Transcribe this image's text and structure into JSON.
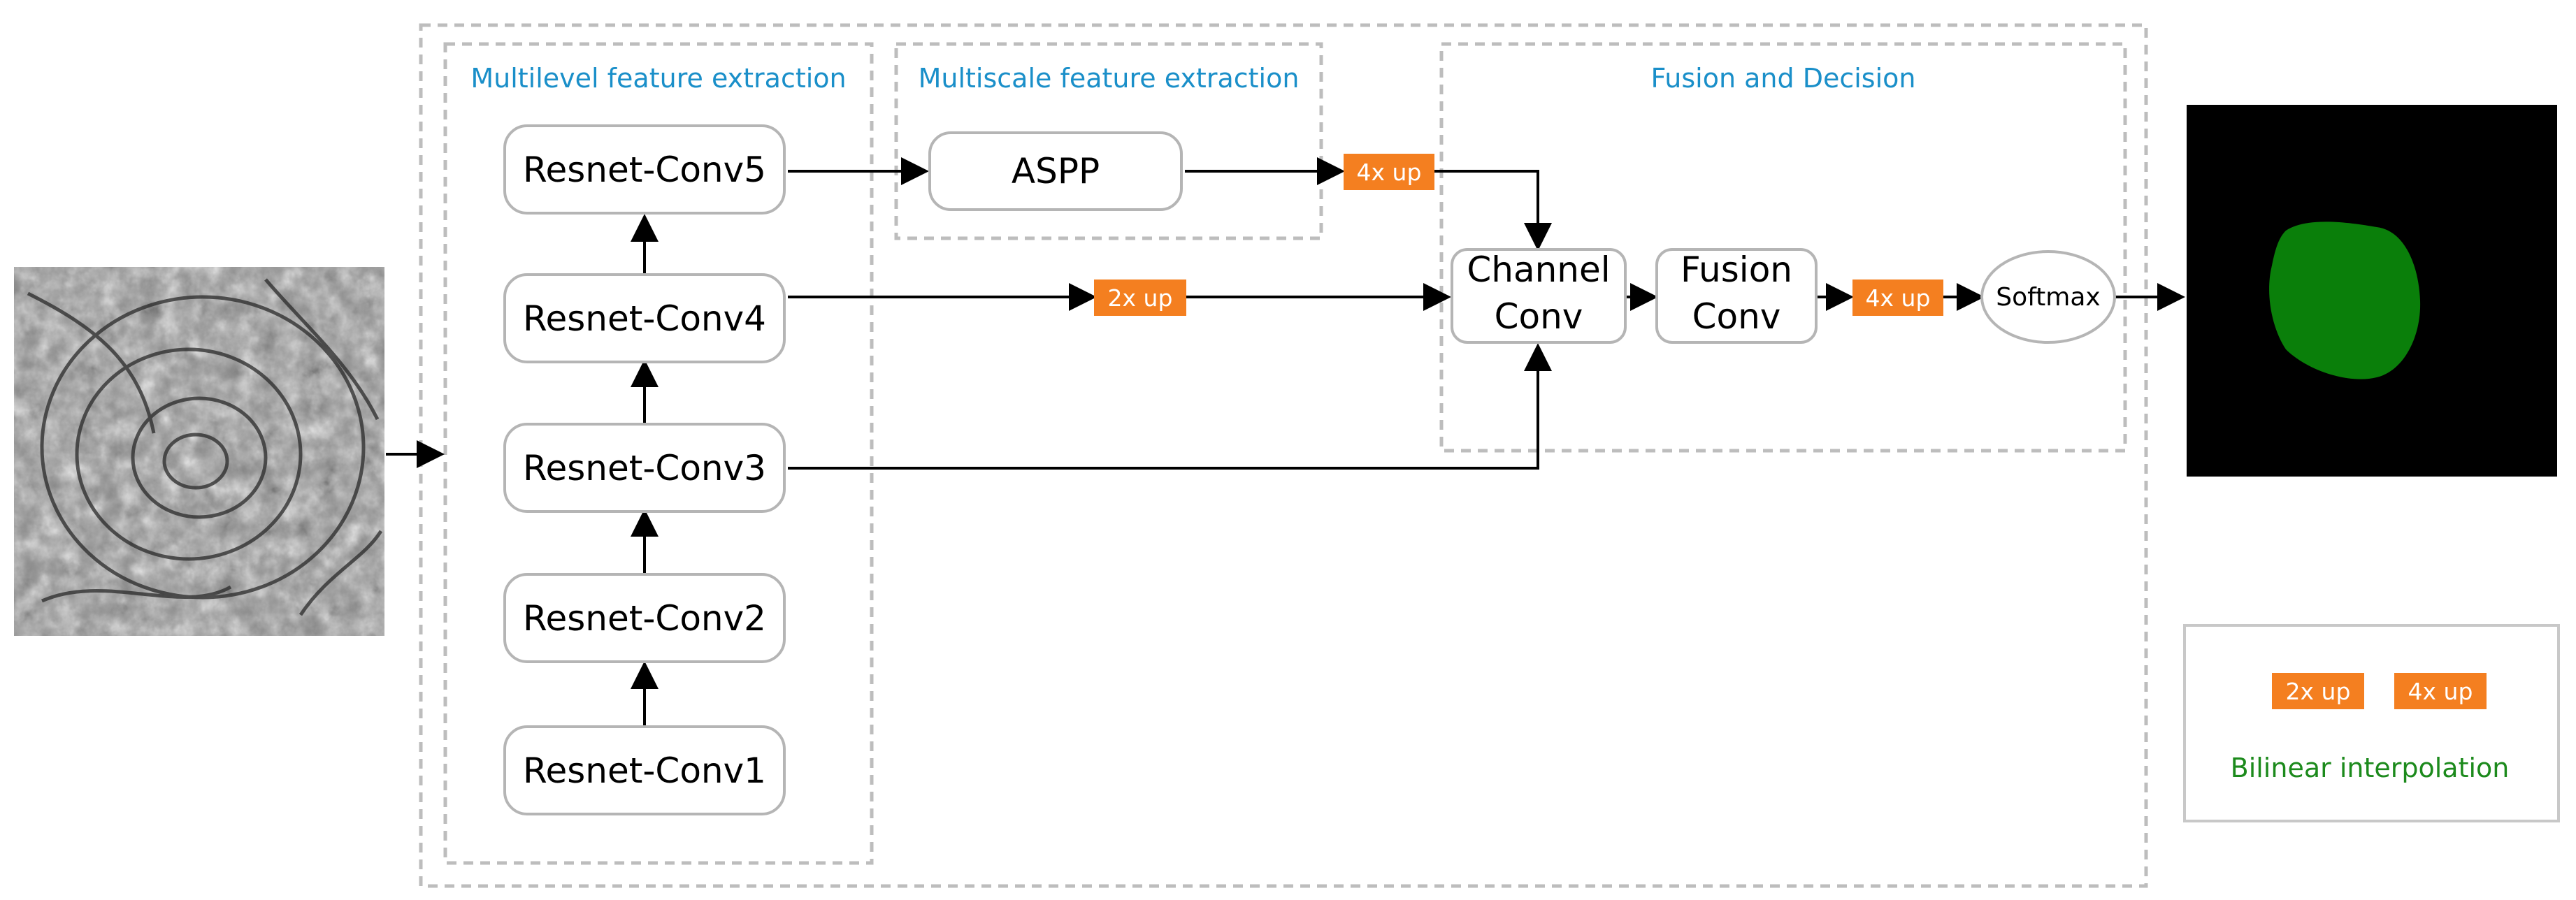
{
  "groups": {
    "multilevel": "Multilevel feature extraction",
    "multiscale": "Multiscale feature extraction",
    "fusion": "Fusion and Decision"
  },
  "backbone": [
    "Resnet-Conv1",
    "Resnet-Conv2",
    "Resnet-Conv3",
    "Resnet-Conv4",
    "Resnet-Conv5"
  ],
  "aspp": "ASPP",
  "channel_conv": [
    "Channel",
    "Conv"
  ],
  "fusion_conv": [
    "Fusion",
    "Conv"
  ],
  "softmax": "Softmax",
  "upsample": {
    "up2_label": "2x up",
    "up4_label": "4x up"
  },
  "legend": {
    "items": [
      "2x up",
      "4x up"
    ],
    "caption": "Bilinear interpolation"
  },
  "colors": {
    "group_title": "#1a8fc9",
    "upsample_fill": "#f47f20",
    "legend_caption": "#1c8a1c",
    "mask_background": "#000000",
    "mask_region": "#0a7f0a",
    "node_border": "#b5b5b5",
    "dashed_border": "#bdbdbd"
  },
  "images": {
    "input": "input-grayscale-texture",
    "output": "output-segmentation-mask"
  }
}
